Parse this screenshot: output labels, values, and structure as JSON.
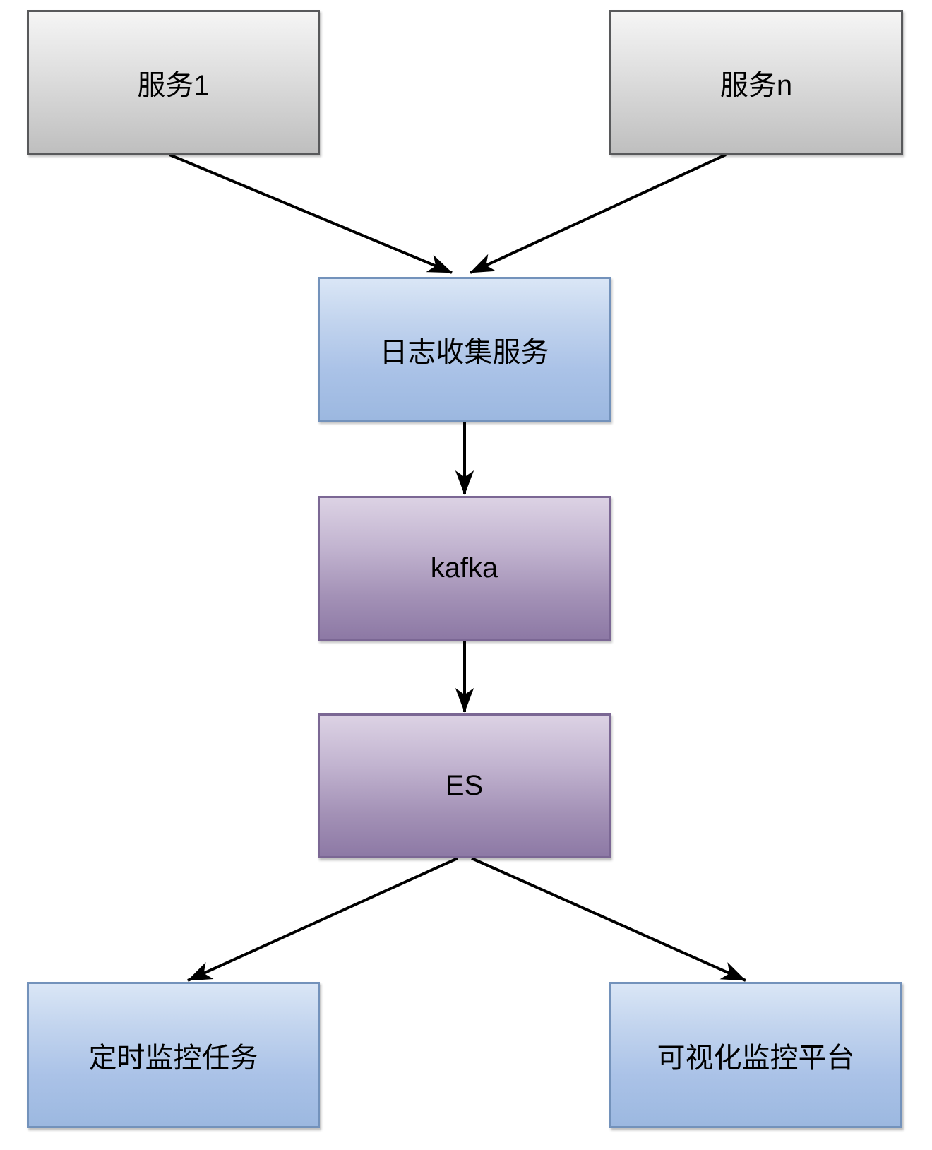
{
  "diagram": {
    "title": "log-monitoring-architecture-flowchart",
    "nodes": {
      "service1": {
        "label": "服务1",
        "fill_top": "#f5f5f5",
        "fill_bottom": "#bfbfbf",
        "border": "#58595b"
      },
      "servicen": {
        "label": "服务n",
        "fill_top": "#f5f5f5",
        "fill_bottom": "#bfbfbf",
        "border": "#58595b"
      },
      "log_collector": {
        "label": "日志收集服务",
        "fill_top": "#dae6f6",
        "fill_bottom": "#9cb8e0",
        "border": "#7392bb"
      },
      "kafka": {
        "label": "kafka",
        "fill_top": "#dcd2e4",
        "fill_bottom": "#8d79a5",
        "border": "#7b6794"
      },
      "es": {
        "label": "ES",
        "fill_top": "#dcd2e4",
        "fill_bottom": "#8d79a5",
        "border": "#7b6794"
      },
      "scheduled_task": {
        "label": "定时监控任务",
        "fill_top": "#dae6f6",
        "fill_bottom": "#9cb8e0",
        "border": "#7392bb"
      },
      "visual_platform": {
        "label": "可视化监控平台",
        "fill_top": "#dae6f6",
        "fill_bottom": "#9cb8e0",
        "border": "#7392bb"
      }
    },
    "edges": [
      {
        "from": "service1",
        "to": "log_collector"
      },
      {
        "from": "servicen",
        "to": "log_collector"
      },
      {
        "from": "log_collector",
        "to": "kafka"
      },
      {
        "from": "kafka",
        "to": "es"
      },
      {
        "from": "es",
        "to": "scheduled_task"
      },
      {
        "from": "es",
        "to": "visual_platform"
      }
    ],
    "arrow_color": "#000000",
    "background_color": "#ffffff",
    "text_color": "#000000"
  }
}
